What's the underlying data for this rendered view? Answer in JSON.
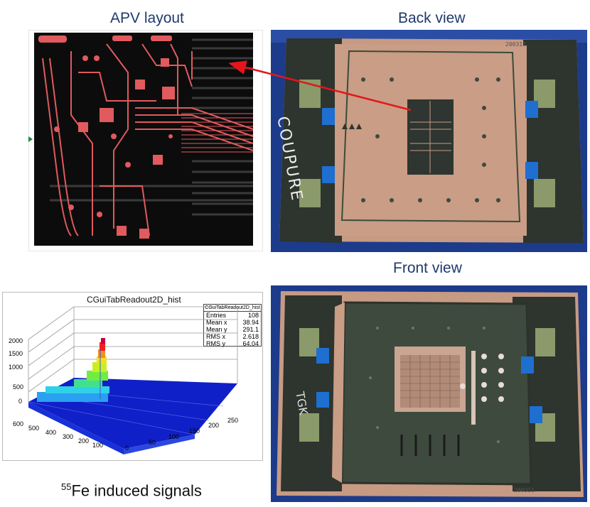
{
  "titles": {
    "apv_layout": "APV layout",
    "back_view": "Back view",
    "front_view": "Front view"
  },
  "caption": {
    "isotope_mass": "55",
    "rest": "Fe induced signals"
  },
  "histogram": {
    "title": "CGuiTabReadout2D_hist",
    "stats_name": "CGuiTabReadout2D_hist",
    "stats": [
      {
        "label": "Entries",
        "value": "108"
      },
      {
        "label": "Mean x",
        "value": "38.94"
      },
      {
        "label": "Mean y",
        "value": "291.1"
      },
      {
        "label": "RMS x",
        "value": "2.618"
      },
      {
        "label": "RMS y",
        "value": "64.04"
      }
    ],
    "z_ticks": [
      "2000",
      "1500",
      "1000",
      "500",
      "0"
    ],
    "y_ticks": [
      "600",
      "500",
      "400",
      "300",
      "200",
      "100",
      "0"
    ],
    "x_ticks": [
      "50",
      "100",
      "150",
      "200",
      "250"
    ]
  },
  "board_labels": {
    "back_serial": "200311",
    "front_serial": "200311",
    "handwriting_back": "COUPURE",
    "handwriting_front": "TGK"
  },
  "colors": {
    "title": "#1f3a6e",
    "pcb_trace": "#e05a5e",
    "pcb_bg": "#0c0c0c",
    "board_copper": "#c79a83",
    "board_green": "#3e4a3e",
    "arrow": "#e4161b"
  }
}
